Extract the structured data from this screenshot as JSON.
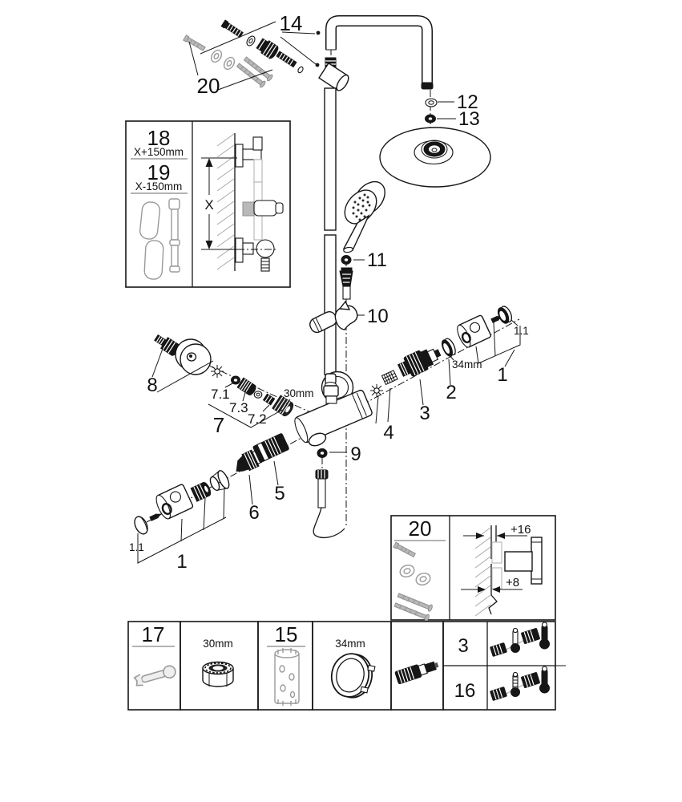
{
  "parts": {
    "p14": "14",
    "p20": "20",
    "p12": "12",
    "p13": "13",
    "p11": "11",
    "p10": "10",
    "p8": "8",
    "p7_1": "7.1",
    "p7_3": "7.3",
    "p7_2": "7.2",
    "p7": "7",
    "nut_size": "30mm",
    "p4": "4",
    "p3": "3",
    "p2": "2",
    "ring_size": "34mm",
    "p1": "1",
    "p1_1": "1.1",
    "p9": "9",
    "p5": "5",
    "p6": "6",
    "p1b": "1",
    "p1_1b": "1.1"
  },
  "rail_inset": {
    "p18": "18",
    "len18": "X+150mm",
    "p19": "19",
    "len19": "X-150mm",
    "dim": "X"
  },
  "mount_inset": {
    "p20": "20",
    "top_offset": "+16",
    "bottom_offset": "+8"
  },
  "tools_table": {
    "p17": "17",
    "size30": "30mm",
    "p15": "15",
    "size34": "34mm",
    "row3": "3",
    "row16": "16"
  }
}
